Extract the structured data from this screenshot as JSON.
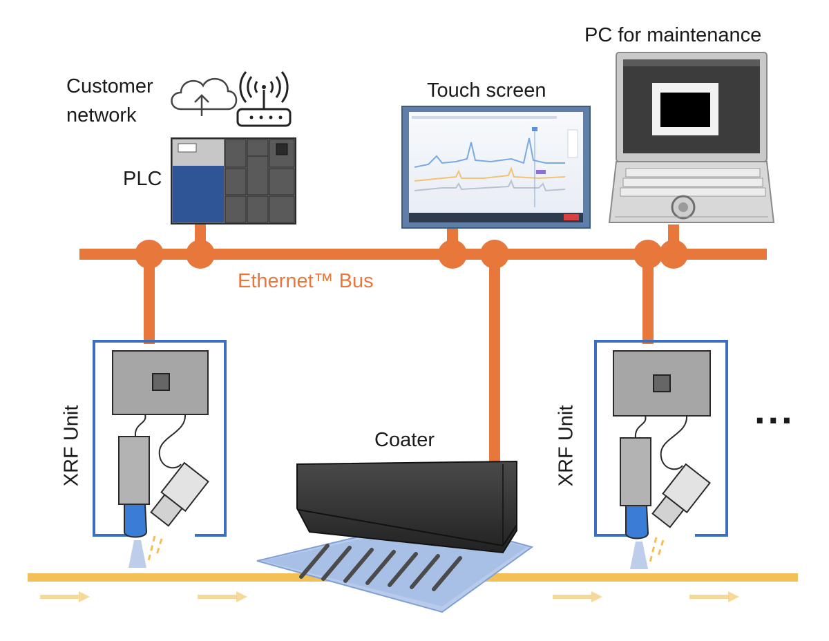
{
  "labels": {
    "customer_network": "Customer\nnetwork",
    "plc": "PLC",
    "touch_screen": "Touch screen",
    "pc_maintenance": "PC for maintenance",
    "ethernet_bus": "Ethernet™ Bus",
    "xrf_unit_left": "XRF Unit",
    "xrf_unit_right": "XRF Unit",
    "coater": "Coater",
    "more": "..."
  },
  "colors": {
    "bus": "#e8773c",
    "xrf_frame": "#3a6ebf",
    "conveyor": "#f2c057",
    "plc_accent": "#2f5597",
    "coater_body": "#3a3a3a",
    "substrate": "#9fb8e0"
  },
  "icons": [
    "cloud-upload-icon",
    "wifi-router-icon"
  ]
}
